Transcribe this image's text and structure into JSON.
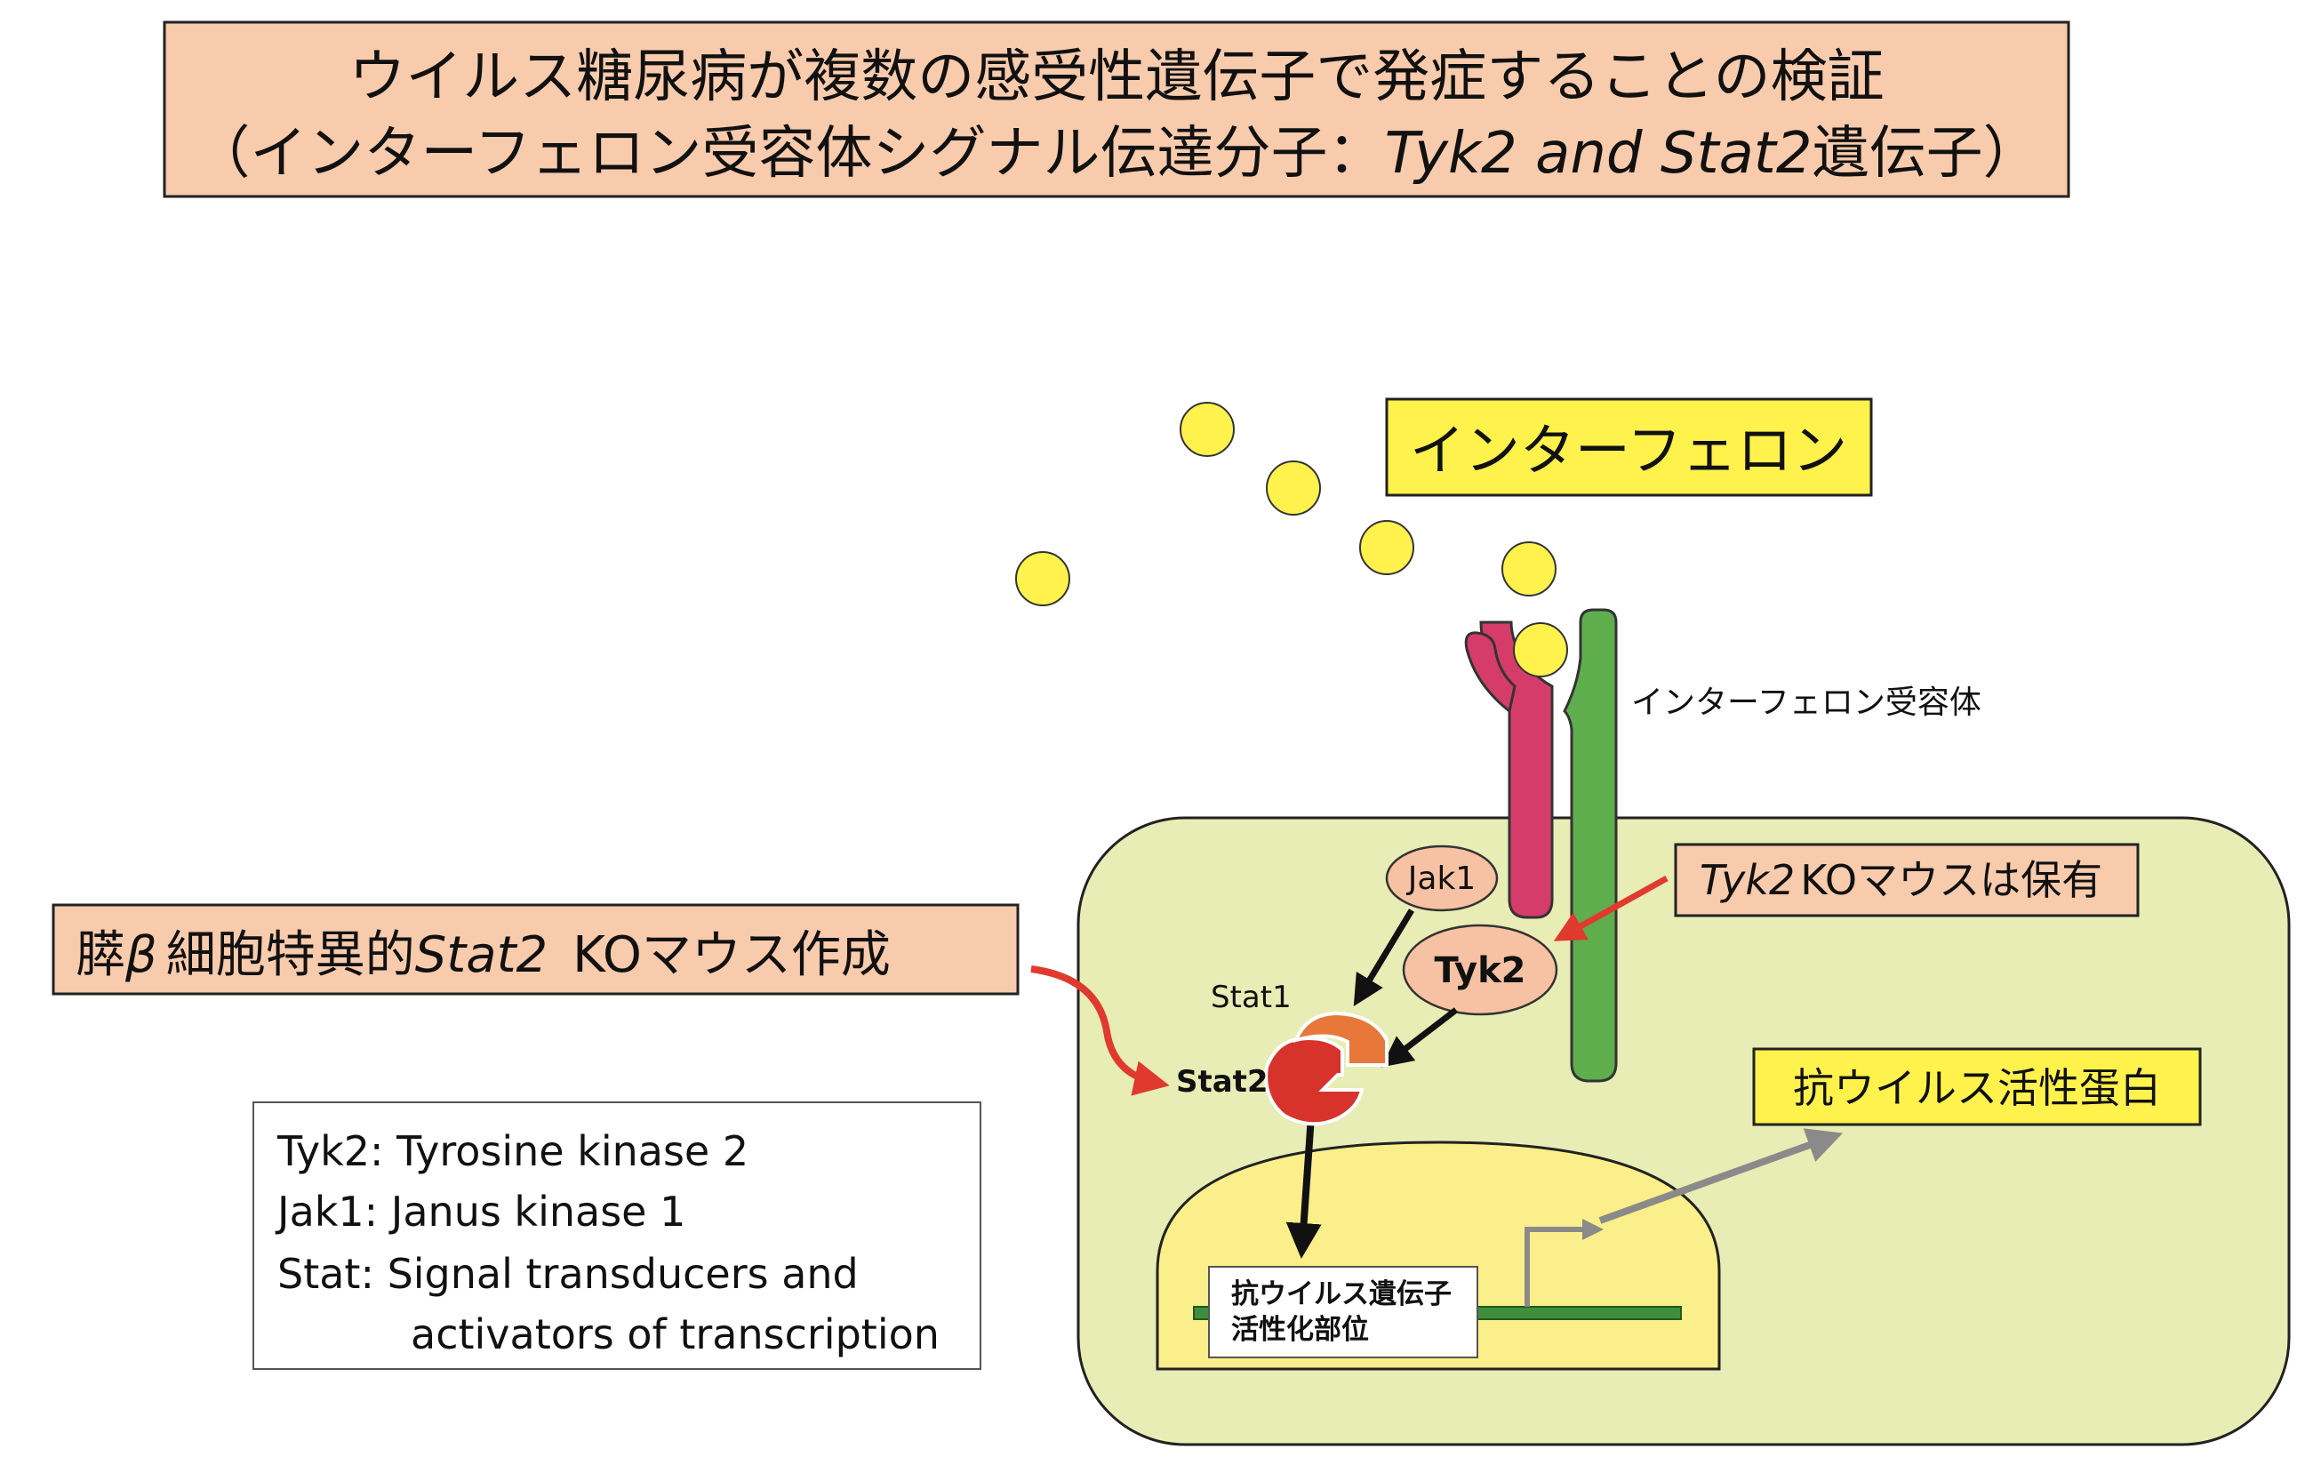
{
  "title": {
    "line1": "ウイルス糖尿病が複数の感受性遺伝子で発症することの検証",
    "line2_prefix": "（インターフェロン受容体シグナル伝達分子：",
    "line2_italic": "Tyk2 and Stat2",
    "line2_suffix": "遺伝子）"
  },
  "labels": {
    "interferon": "インターフェロン",
    "receptor": "インターフェロン受容体",
    "jak1": "Jak1",
    "tyk2": "Tyk2",
    "stat1": "Stat1",
    "stat2": "Stat2",
    "antiviral_protein": "抗ウイルス活性蛋白",
    "promoter_line1": "抗ウイルス遺伝子",
    "promoter_line2": "活性化部位"
  },
  "callouts": {
    "stat2_ko_prefix": "膵",
    "stat2_ko_beta": "β",
    "stat2_ko_mid": "細胞特異的",
    "stat2_ko_italic": "Stat2",
    "stat2_ko_suffix": "KOマウス作成",
    "tyk2_ko_italic": "Tyk2",
    "tyk2_ko_suffix": "KOマウスは保有"
  },
  "legend": {
    "line1": "Tyk2: Tyrosine kinase 2",
    "line2": "Jak1: Janus kinase 1",
    "line3": "Stat: Signal transducers and",
    "line4": "activators of transcription"
  },
  "colors": {
    "title_bg": "#F8CBAD",
    "interferon_yellow": "#FFF24D",
    "cell_bg": "#E7EDB4",
    "nucleus_bg": "#FAEF8A",
    "receptor_red": "#D63C6A",
    "receptor_green": "#5FAE4E",
    "red_arrow": "#E03A2E",
    "stat1_orange": "#E8783A",
    "stat2_red": "#D8332A",
    "jak_tyk_fill": "#F7C2A3",
    "dna_green": "#3E8E3E"
  }
}
